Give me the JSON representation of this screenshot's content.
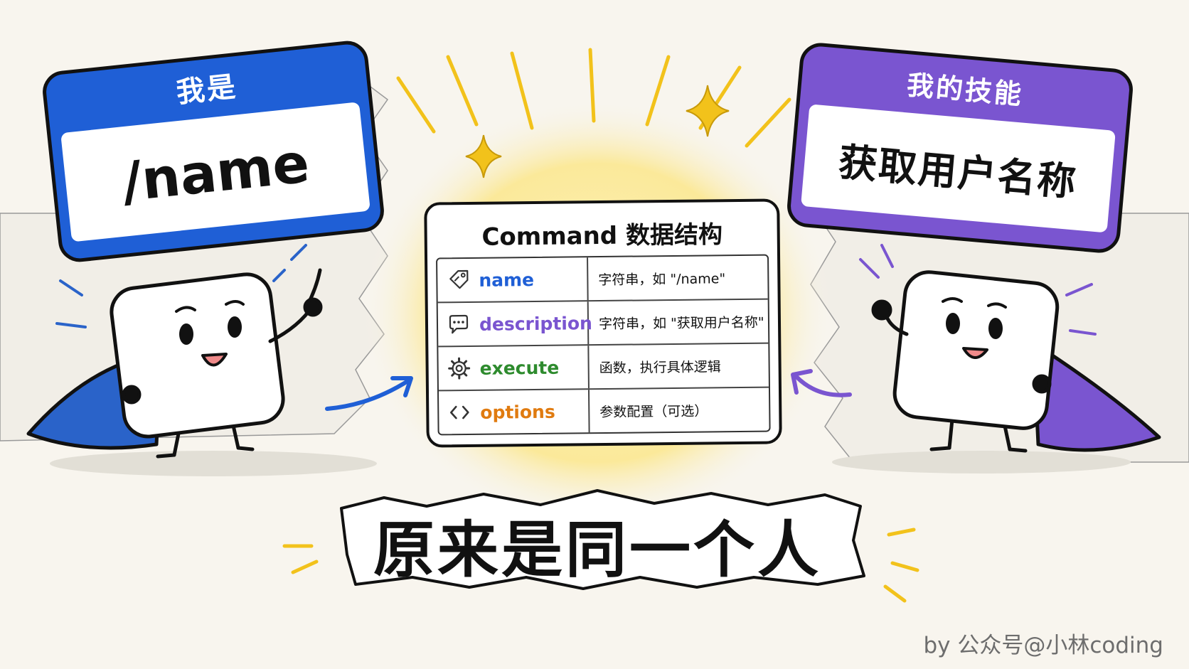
{
  "left_tag": {
    "header": "我是",
    "value": "/name"
  },
  "right_tag": {
    "header": "我的技能",
    "value": "获取用户名称"
  },
  "card": {
    "title": "Command 数据结构",
    "rows": [
      {
        "field": "name",
        "desc": "字符串，如 \"/name\"",
        "color": "#1f5fd6",
        "icon": "tag-icon"
      },
      {
        "field": "description",
        "desc": "字符串，如 \"获取用户名称\"",
        "color": "#7a55d0",
        "icon": "speech-bubble-icon"
      },
      {
        "field": "execute",
        "desc": "函数，执行具体逻辑",
        "color": "#2e8b2e",
        "icon": "gear-icon"
      },
      {
        "field": "options",
        "desc": "参数配置（可选）",
        "color": "#e07b10",
        "icon": "code-brackets-icon"
      }
    ]
  },
  "banner": {
    "text": "原来是同一个人"
  },
  "credit": "by 公众号@小林coding",
  "colors": {
    "blue": "#1f5fd6",
    "purple": "#7a55d0",
    "glow": "#fbe99a",
    "spark": "#f2c21b"
  }
}
